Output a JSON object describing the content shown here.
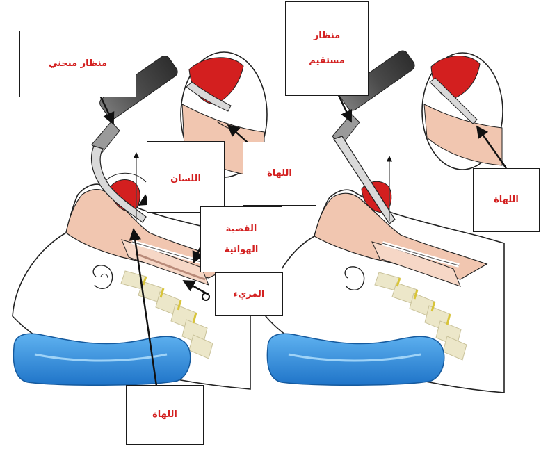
{
  "colors": {
    "label_text": "#d32020",
    "pillow": "#2f8fe0",
    "skin": "#f1c6b0",
    "tongue": "#d31f1f",
    "spine": "#ece7c9",
    "scope": "#4a4a4a"
  },
  "left_panel": {
    "labels": {
      "curved_blade": "منظار منحني",
      "tongue": "اللسان",
      "epiglottis_zoom": "اللهاة",
      "trachea_line1": "القصبة",
      "trachea_line2": "الهوائية",
      "esophagus": "المريء",
      "epiglottis_bottom": "اللهاة"
    }
  },
  "right_panel": {
    "labels": {
      "straight_blade_line1": "منظار",
      "straight_blade_line2": "مستقيم",
      "epiglottis": "اللهاة"
    }
  }
}
